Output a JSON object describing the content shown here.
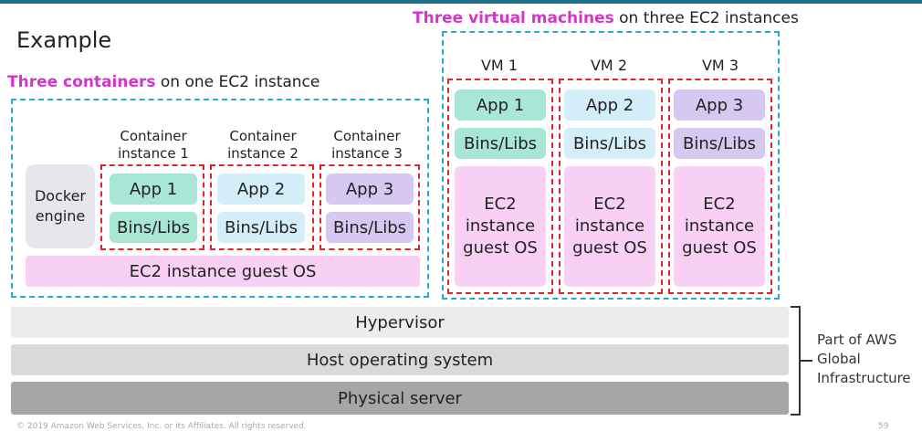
{
  "title": "Example",
  "containers_section": {
    "highlight": "Three containers",
    "rest": " on one EC2 instance",
    "docker_engine": "Docker engine",
    "guest_os": "EC2 instance guest OS",
    "containers": [
      {
        "label": "Container instance 1",
        "app": "App 1",
        "libs": "Bins/Libs",
        "color": "#a8e6d6"
      },
      {
        "label": "Container instance 2",
        "app": "App 2",
        "libs": "Bins/Libs",
        "color": "#d3eef8"
      },
      {
        "label": "Container instance 3",
        "app": "App 3",
        "libs": "Bins/Libs",
        "color": "#d6c8f1"
      }
    ]
  },
  "vm_section": {
    "highlight": "Three virtual machines",
    "rest": " on three EC2 instances",
    "vms": [
      {
        "label": "VM 1",
        "app": "App 1",
        "libs": "Bins/Libs",
        "os": "EC2 instance guest OS",
        "color": "#a8e6d6"
      },
      {
        "label": "VM 2",
        "app": "App 2",
        "libs": "Bins/Libs",
        "os": "EC2 instance guest OS",
        "color": "#d3eef8"
      },
      {
        "label": "VM 3",
        "app": "App 3",
        "libs": "Bins/Libs",
        "os": "EC2 instance guest OS",
        "color": "#d6c8f1"
      }
    ]
  },
  "layers": {
    "hypervisor": "Hypervisor",
    "host_os": "Host operating system",
    "physical": "Physical server"
  },
  "side_note": "Part of AWS Global Infrastructure",
  "footer": "© 2019 Amazon Web Services, Inc. or its Affiliates. All rights reserved.",
  "page_number": "59",
  "colors": {
    "highlight": "#d335c9",
    "dashed_blue": "#27a8d6",
    "dashed_red": "#e0242d",
    "guest_os": "#f8d0f3",
    "docker_engine": "#e6e6ec"
  }
}
